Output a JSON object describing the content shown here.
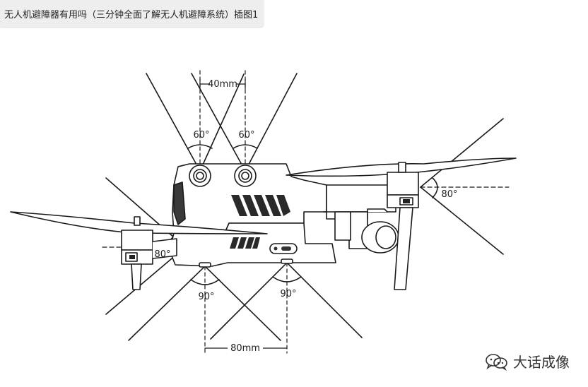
{
  "caption": "无人机避障器有用吗（三分钟全面了解无人机避障系统）插图1",
  "labels": {
    "top_spacing": "40mm",
    "top_left_angle": "60°",
    "top_right_angle": "60°",
    "front_angle": "80°",
    "rear_angle": "80°",
    "bottom_left_angle": "90°",
    "bottom_right_angle": "90°",
    "bottom_spacing": "80mm"
  },
  "watermark": {
    "text": "大话成像",
    "icon": "wechat-icon"
  }
}
